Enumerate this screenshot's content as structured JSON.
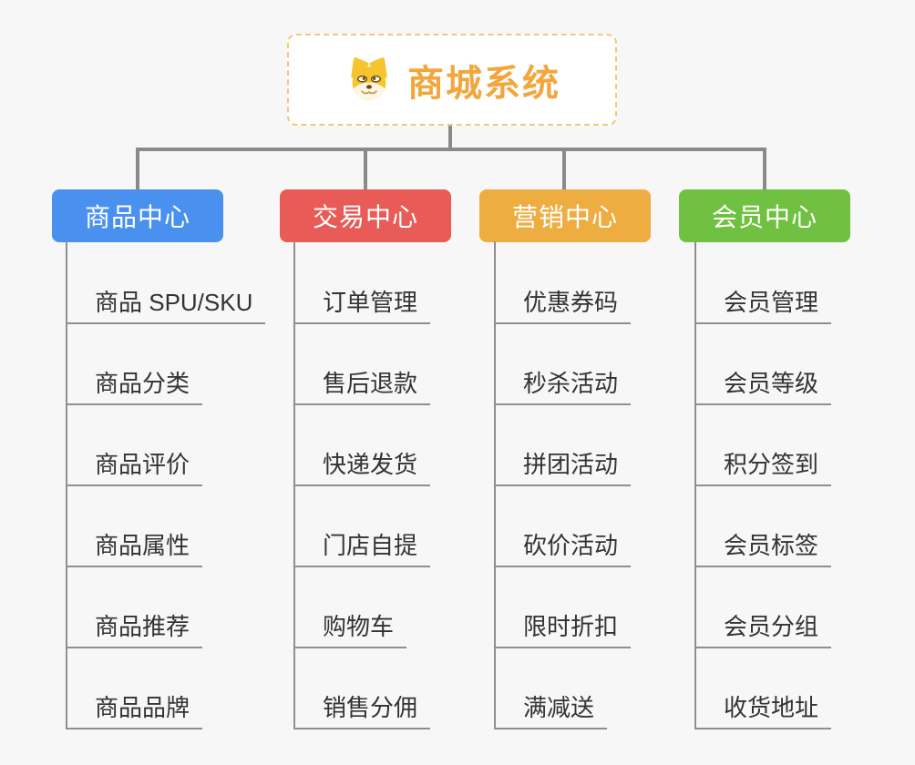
{
  "canvas": {
    "background": "#F7F7F7",
    "connector_color": "#8A8A8A",
    "leaf_line_color": "#8F8F8F",
    "leaf_text_color": "#333333"
  },
  "root": {
    "title": "商城系统",
    "title_color": "#F1A73D",
    "border_color": "#F3C779",
    "icon": "dog-face-icon"
  },
  "branches": [
    {
      "label": "商品中心",
      "color": "#4A90EE",
      "items": [
        "商品 SPU/SKU",
        "商品分类",
        "商品评价",
        "商品属性",
        "商品推荐",
        "商品品牌"
      ]
    },
    {
      "label": "交易中心",
      "color": "#E85B56",
      "items": [
        "订单管理",
        "售后退款",
        "快递发货",
        "门店自提",
        "购物车",
        "销售分佣"
      ]
    },
    {
      "label": "营销中心",
      "color": "#EDAD40",
      "items": [
        "优惠券码",
        "秒杀活动",
        "拼团活动",
        "砍价活动",
        "限时折扣",
        "满减送"
      ]
    },
    {
      "label": "会员中心",
      "color": "#70C142",
      "items": [
        "会员管理",
        "会员等级",
        "积分签到",
        "会员标签",
        "会员分组",
        "收货地址"
      ]
    }
  ]
}
